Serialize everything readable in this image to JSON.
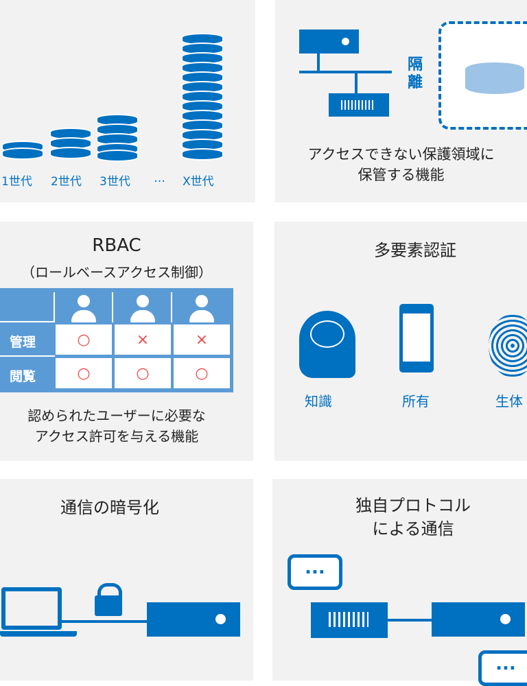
{
  "generations": {
    "labels": [
      "1世代",
      "2世代",
      "3世代",
      "…",
      "X世代"
    ]
  },
  "isolation": {
    "tag": "隔離",
    "caption_line1": "アクセスできない保護領域に",
    "caption_line2": "保管する機能"
  },
  "rbac": {
    "title": "RBAC",
    "subtitle": "（ロールベースアクセス制御）",
    "rows": [
      {
        "label": "管理",
        "cells": [
          "○",
          "×",
          "×"
        ]
      },
      {
        "label": "閲覧",
        "cells": [
          "○",
          "○",
          "○"
        ]
      }
    ],
    "caption_line1": "認められたユーザーに必要な",
    "caption_line2": "アクセス許可を与える機能"
  },
  "mfa": {
    "title": "多要素認証",
    "factors": [
      "知識",
      "所有",
      "生体"
    ]
  },
  "encryption": {
    "title": "通信の暗号化"
  },
  "protocol": {
    "title_line1": "独自プロトコル",
    "title_line2": "による通信",
    "bubble": "..."
  },
  "colors": {
    "accent": "#0070c0",
    "table": "#5b9bd5",
    "mark": "#f04848"
  }
}
